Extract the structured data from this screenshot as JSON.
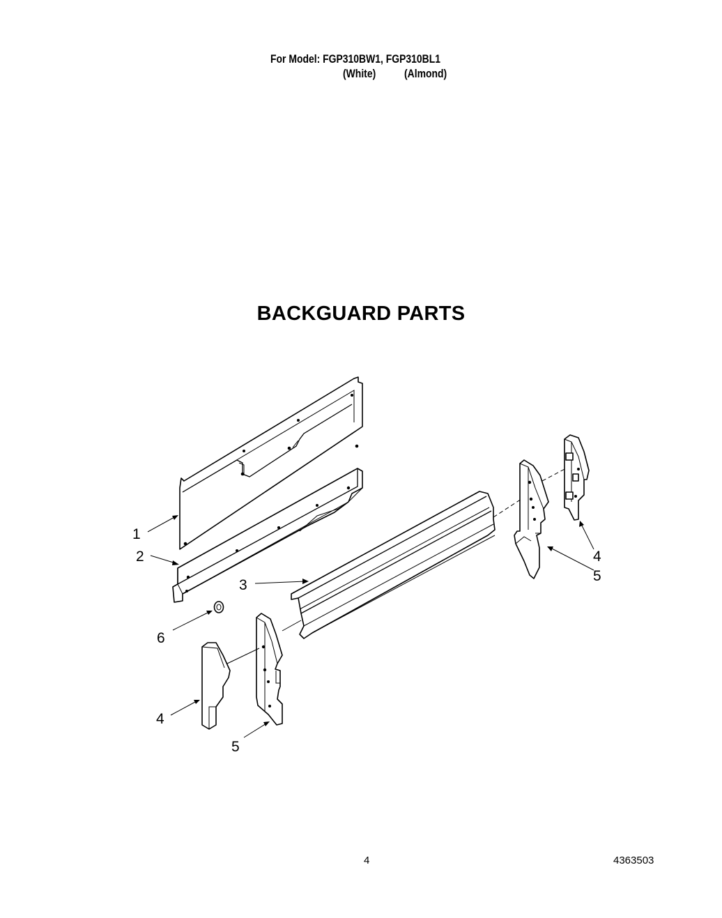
{
  "header": {
    "model_line": "For Model: FGP310BW1, FGP310BL1",
    "color_white": "(White)",
    "color_almond": "(Almond)"
  },
  "title": "BACKGUARD PARTS",
  "callouts": {
    "c1": "1",
    "c2": "2",
    "c3": "3",
    "c4_right": "4",
    "c5_right": "5",
    "c6": "6",
    "c4_left": "4",
    "c5_left": "5"
  },
  "footer": {
    "page_number": "4",
    "document_number": "4363503"
  }
}
